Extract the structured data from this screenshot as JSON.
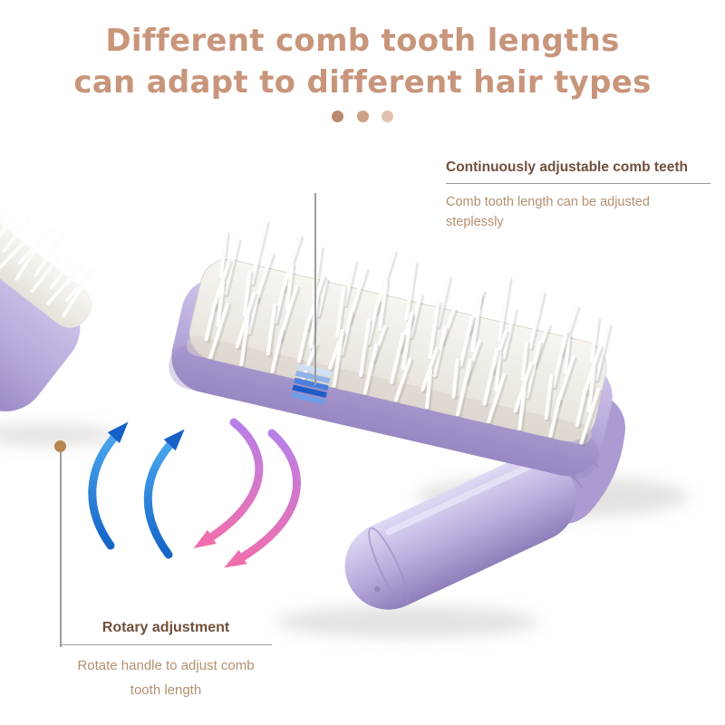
{
  "title": {
    "line1": "Different comb tooth lengths",
    "line2": "can adapt to different hair types"
  },
  "feature_top": {
    "heading": "Continuously adjustable comb teeth",
    "description": "Comb tooth length can be adjusted steplessly"
  },
  "feature_bottom": {
    "heading": "Rotary adjustment",
    "description": "Rotate handle to adjust comb tooth length"
  },
  "colors": {
    "title_text": "#c8957b",
    "heading_text": "#70503c",
    "description_text": "#b3906f",
    "callout_line": "#9c9c9c",
    "dot_marker": "#b9854f",
    "brush_body": "#b7a8da",
    "brush_pad": "#f0ece7",
    "bristle": "#fdfdfc",
    "indicator_blue": "#1d5bc8",
    "arrow_blue": "#2f8fe0",
    "arrow_pink": "#ef6fae"
  }
}
